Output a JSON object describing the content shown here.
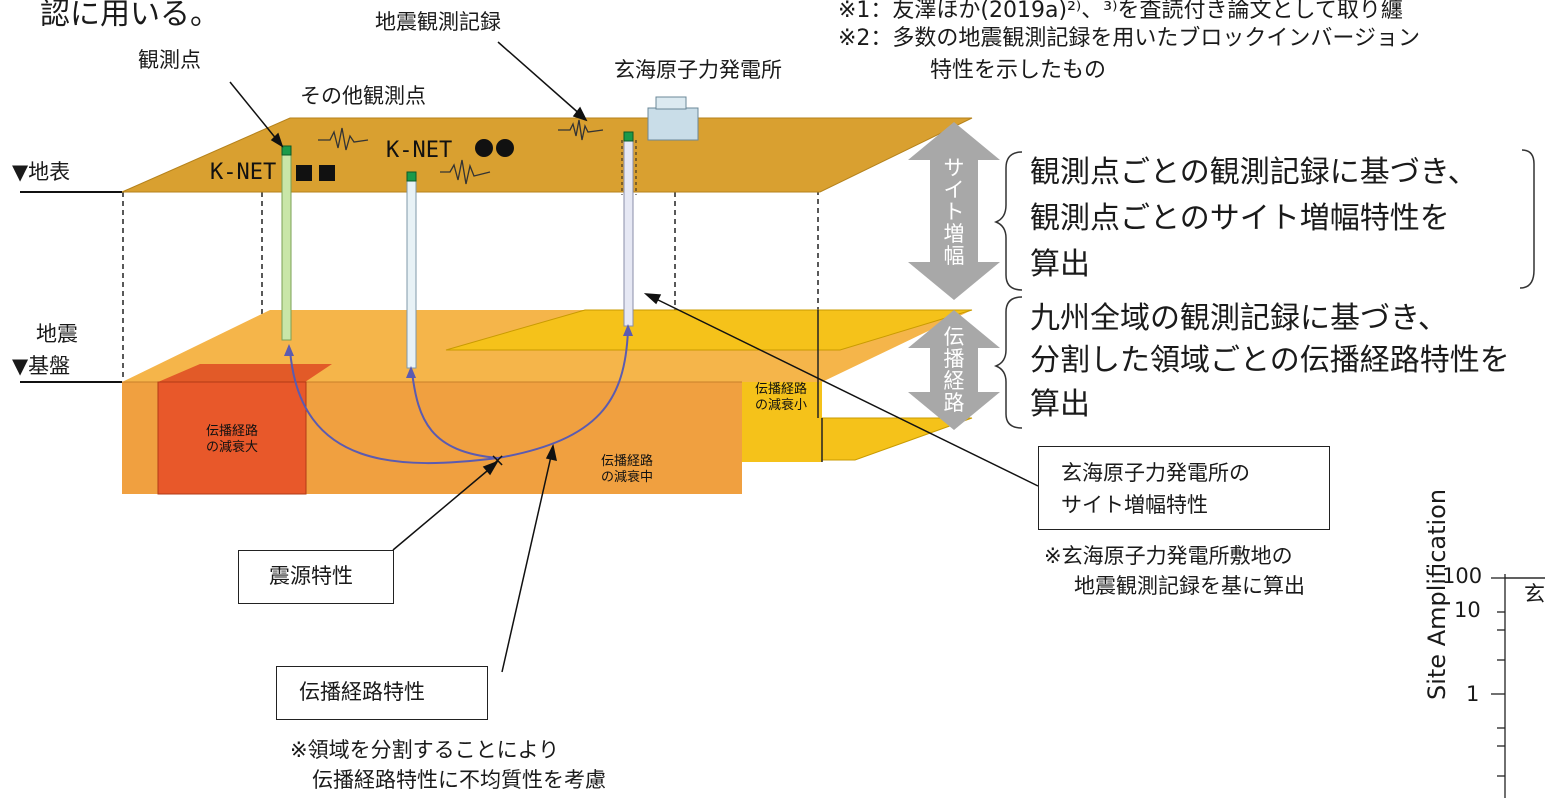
{
  "header": {
    "intro_fragment": "認に用いる。",
    "note1": "※1：友澤ほか(2019a)²⁾、³⁾を査読付き論文として取り纏",
    "note2": "※2：多数の地震観測記録を用いたブロックインバージョン",
    "note2_cont": "特性を示したもの"
  },
  "diagram": {
    "label_observation_point": "観測点",
    "label_seismic_record": "地震観測記録",
    "label_plant": "玄海原子力発電所",
    "label_other_points": "その他観測点",
    "label_surface": "▼地表",
    "label_bedrock_top": "地震",
    "label_bedrock_bottom": "▼基盤",
    "knet_left": "K-NET",
    "knet_right": "K-NET",
    "attenuation_large": "伝播経路\nの減衰大",
    "attenuation_medium": "伝播経路\nの減衰中",
    "attenuation_small": "伝播経路\nの減衰小",
    "source_box": "震源特性",
    "path_box": "伝播経路特性",
    "path_note1": "※領域を分割することにより",
    "path_note2": "伝播経路特性に不均質性を考慮",
    "site_box_line1": "玄海原子力発電所の",
    "site_box_line2": "サイト増幅特性",
    "site_note1": "※玄海原子力発電所敷地の",
    "site_note2": "地震観測記録を基に算出"
  },
  "arrows": {
    "site_amp": [
      "サ",
      "イ",
      "ト",
      "増",
      "幅"
    ],
    "path": [
      "伝",
      "播",
      "経",
      "路"
    ]
  },
  "explanations": {
    "site_line1": "観測点ごとの観測記録に基づき、",
    "site_line2": "観測点ごとのサイト増幅特性を",
    "site_line3": "算出",
    "path_line1": "九州全域の観測記録に基づき、",
    "path_line2": "分割した領域ごとの伝播経路特性を",
    "path_line3": "算出"
  },
  "chart_partial": {
    "ylabel": "Site Amplification",
    "yticks": [
      "100",
      "10",
      "1"
    ],
    "title_fragment": "玄"
  },
  "colors": {
    "surface": "#d9a030",
    "block_front": "#f0a040",
    "block_top": "#f5b54a",
    "red_region": "#e8582a",
    "yellow_region": "#f5c21a",
    "gray_arrow": "#a8a8a8",
    "wave_path": "#5b5bb0"
  }
}
